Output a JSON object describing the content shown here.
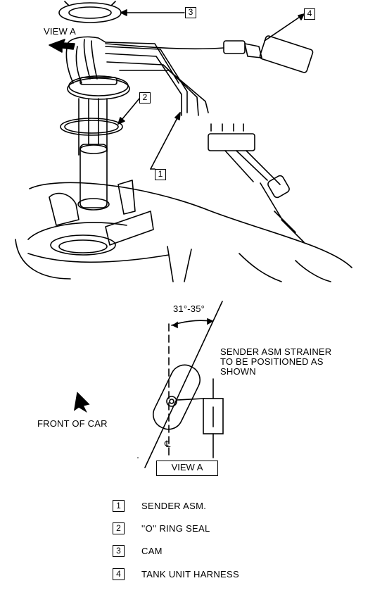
{
  "diagram": {
    "view_a_top_label": "VIEW A",
    "callouts": [
      "1",
      "2",
      "3",
      "4"
    ],
    "angle_label": "31°-35°",
    "strainer_note": [
      "SENDER ASM STRAINER",
      "TO BE POSITIONED AS",
      "SHOWN"
    ],
    "front_label": "FRONT OF CAR",
    "centerline_label": "℄",
    "view_a_box_label": "VIEW A"
  },
  "legend": [
    {
      "num": "1",
      "text": "SENDER ASM."
    },
    {
      "num": "2",
      "text": "''O'' RING SEAL"
    },
    {
      "num": "3",
      "text": "CAM"
    },
    {
      "num": "4",
      "text": "TANK UNIT HARNESS"
    }
  ]
}
